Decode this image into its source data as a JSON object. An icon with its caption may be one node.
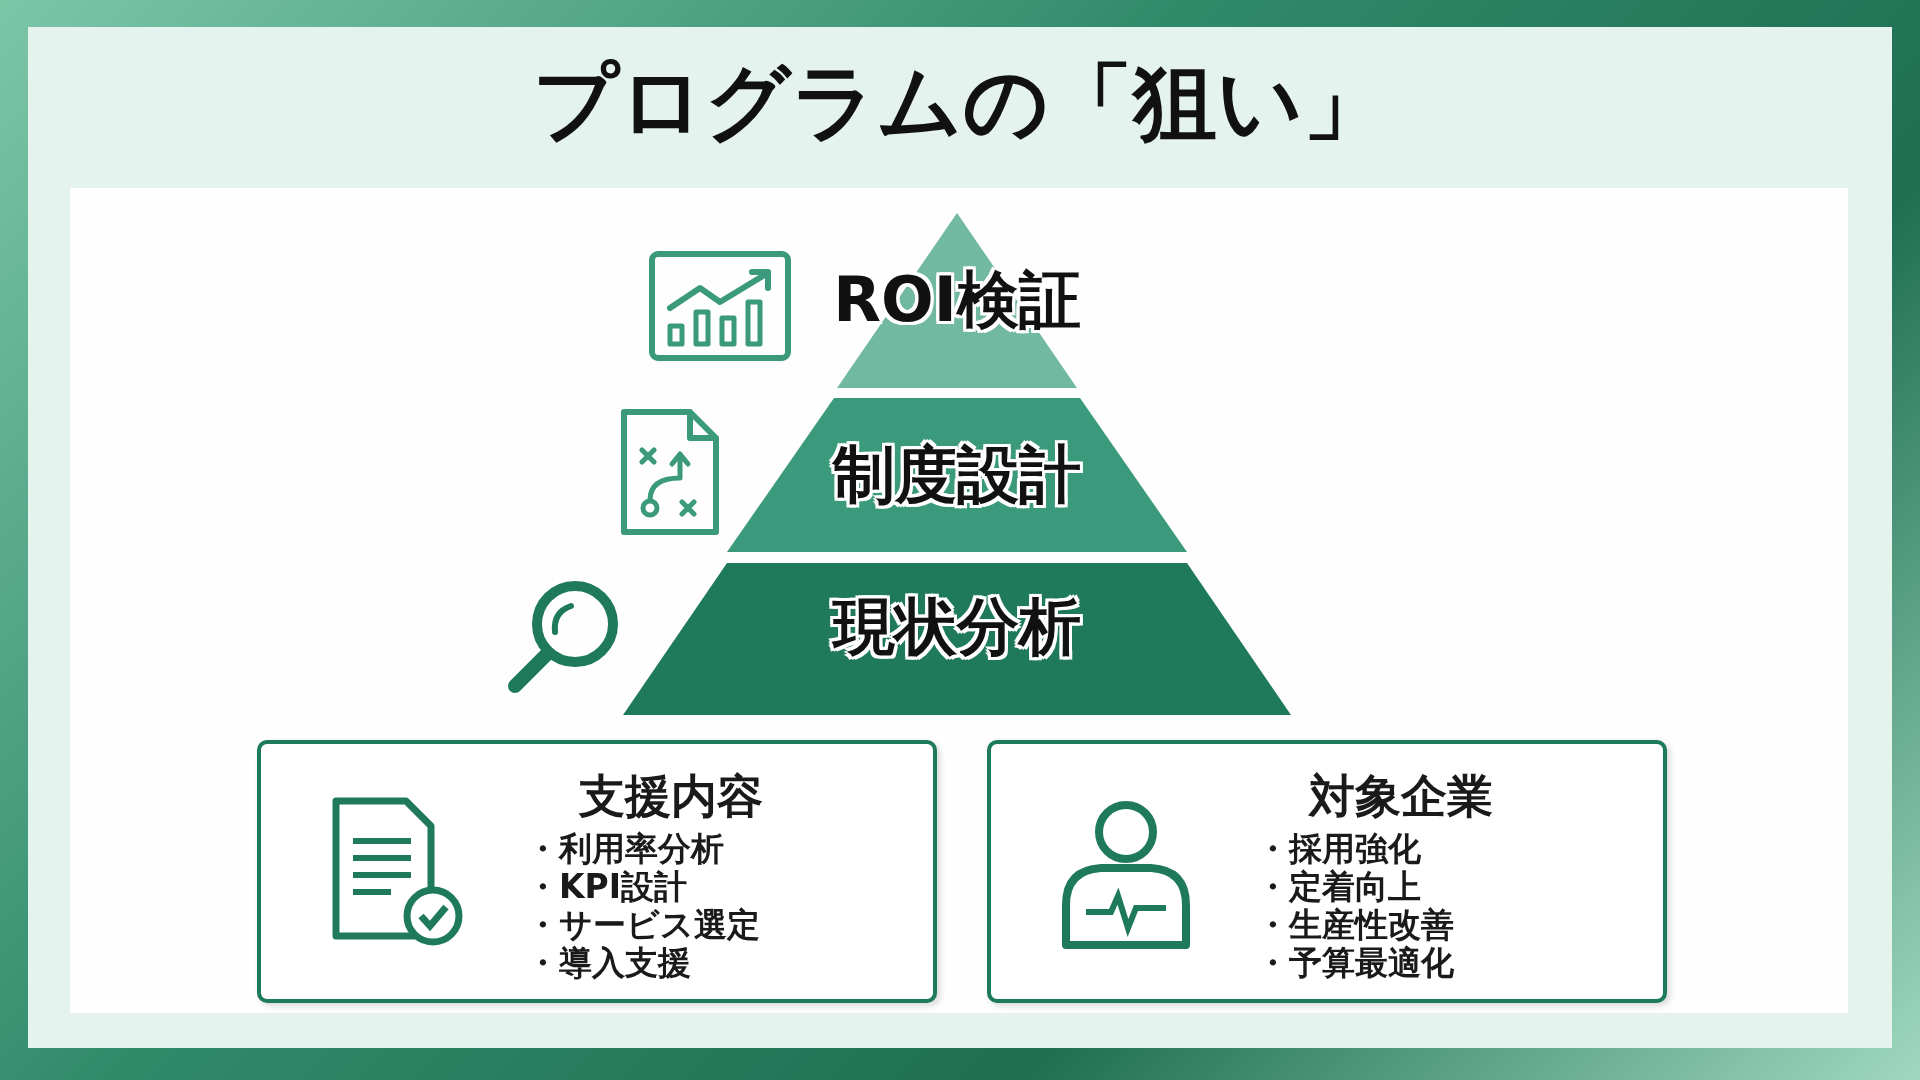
{
  "diagram": {
    "title": "プログラムの「狙い」",
    "nodes": [
      {
        "text": [
          "ROI検証"
        ]
      },
      {
        "text": [
          "制度設計"
        ]
      },
      {
        "text": [
          "現状分析"
        ]
      },
      {
        "text": [
          "支援内容",
          "・利用率分析",
          "・KPI設計",
          "・サービス選定",
          "・導入支援"
        ]
      },
      {
        "text": [
          "対象企業",
          "・採用強化",
          "・定着向上",
          "・生産性改善",
          "・予算最適化"
        ]
      }
    ],
    "edges": []
  }
}
